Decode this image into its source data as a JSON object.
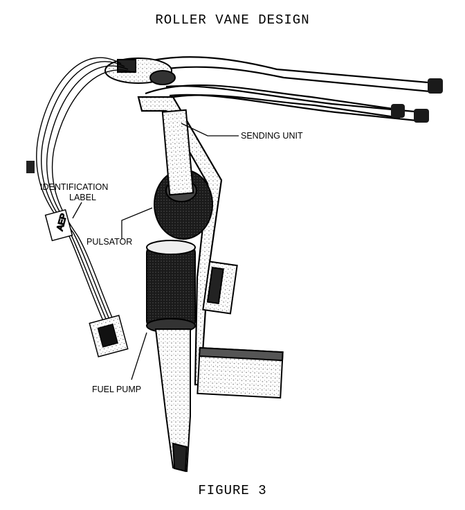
{
  "title": "ROLLER VANE DESIGN",
  "caption": "FIGURE 3",
  "labels": {
    "sending_unit": "SENDING UNIT",
    "identification_label_line1": "IDENTIFICATION",
    "identification_label_line2": "LABEL",
    "pulsator": "PULSATOR",
    "fuel_pump": "FUEL PUMP"
  },
  "tag_text": "AEP"
}
